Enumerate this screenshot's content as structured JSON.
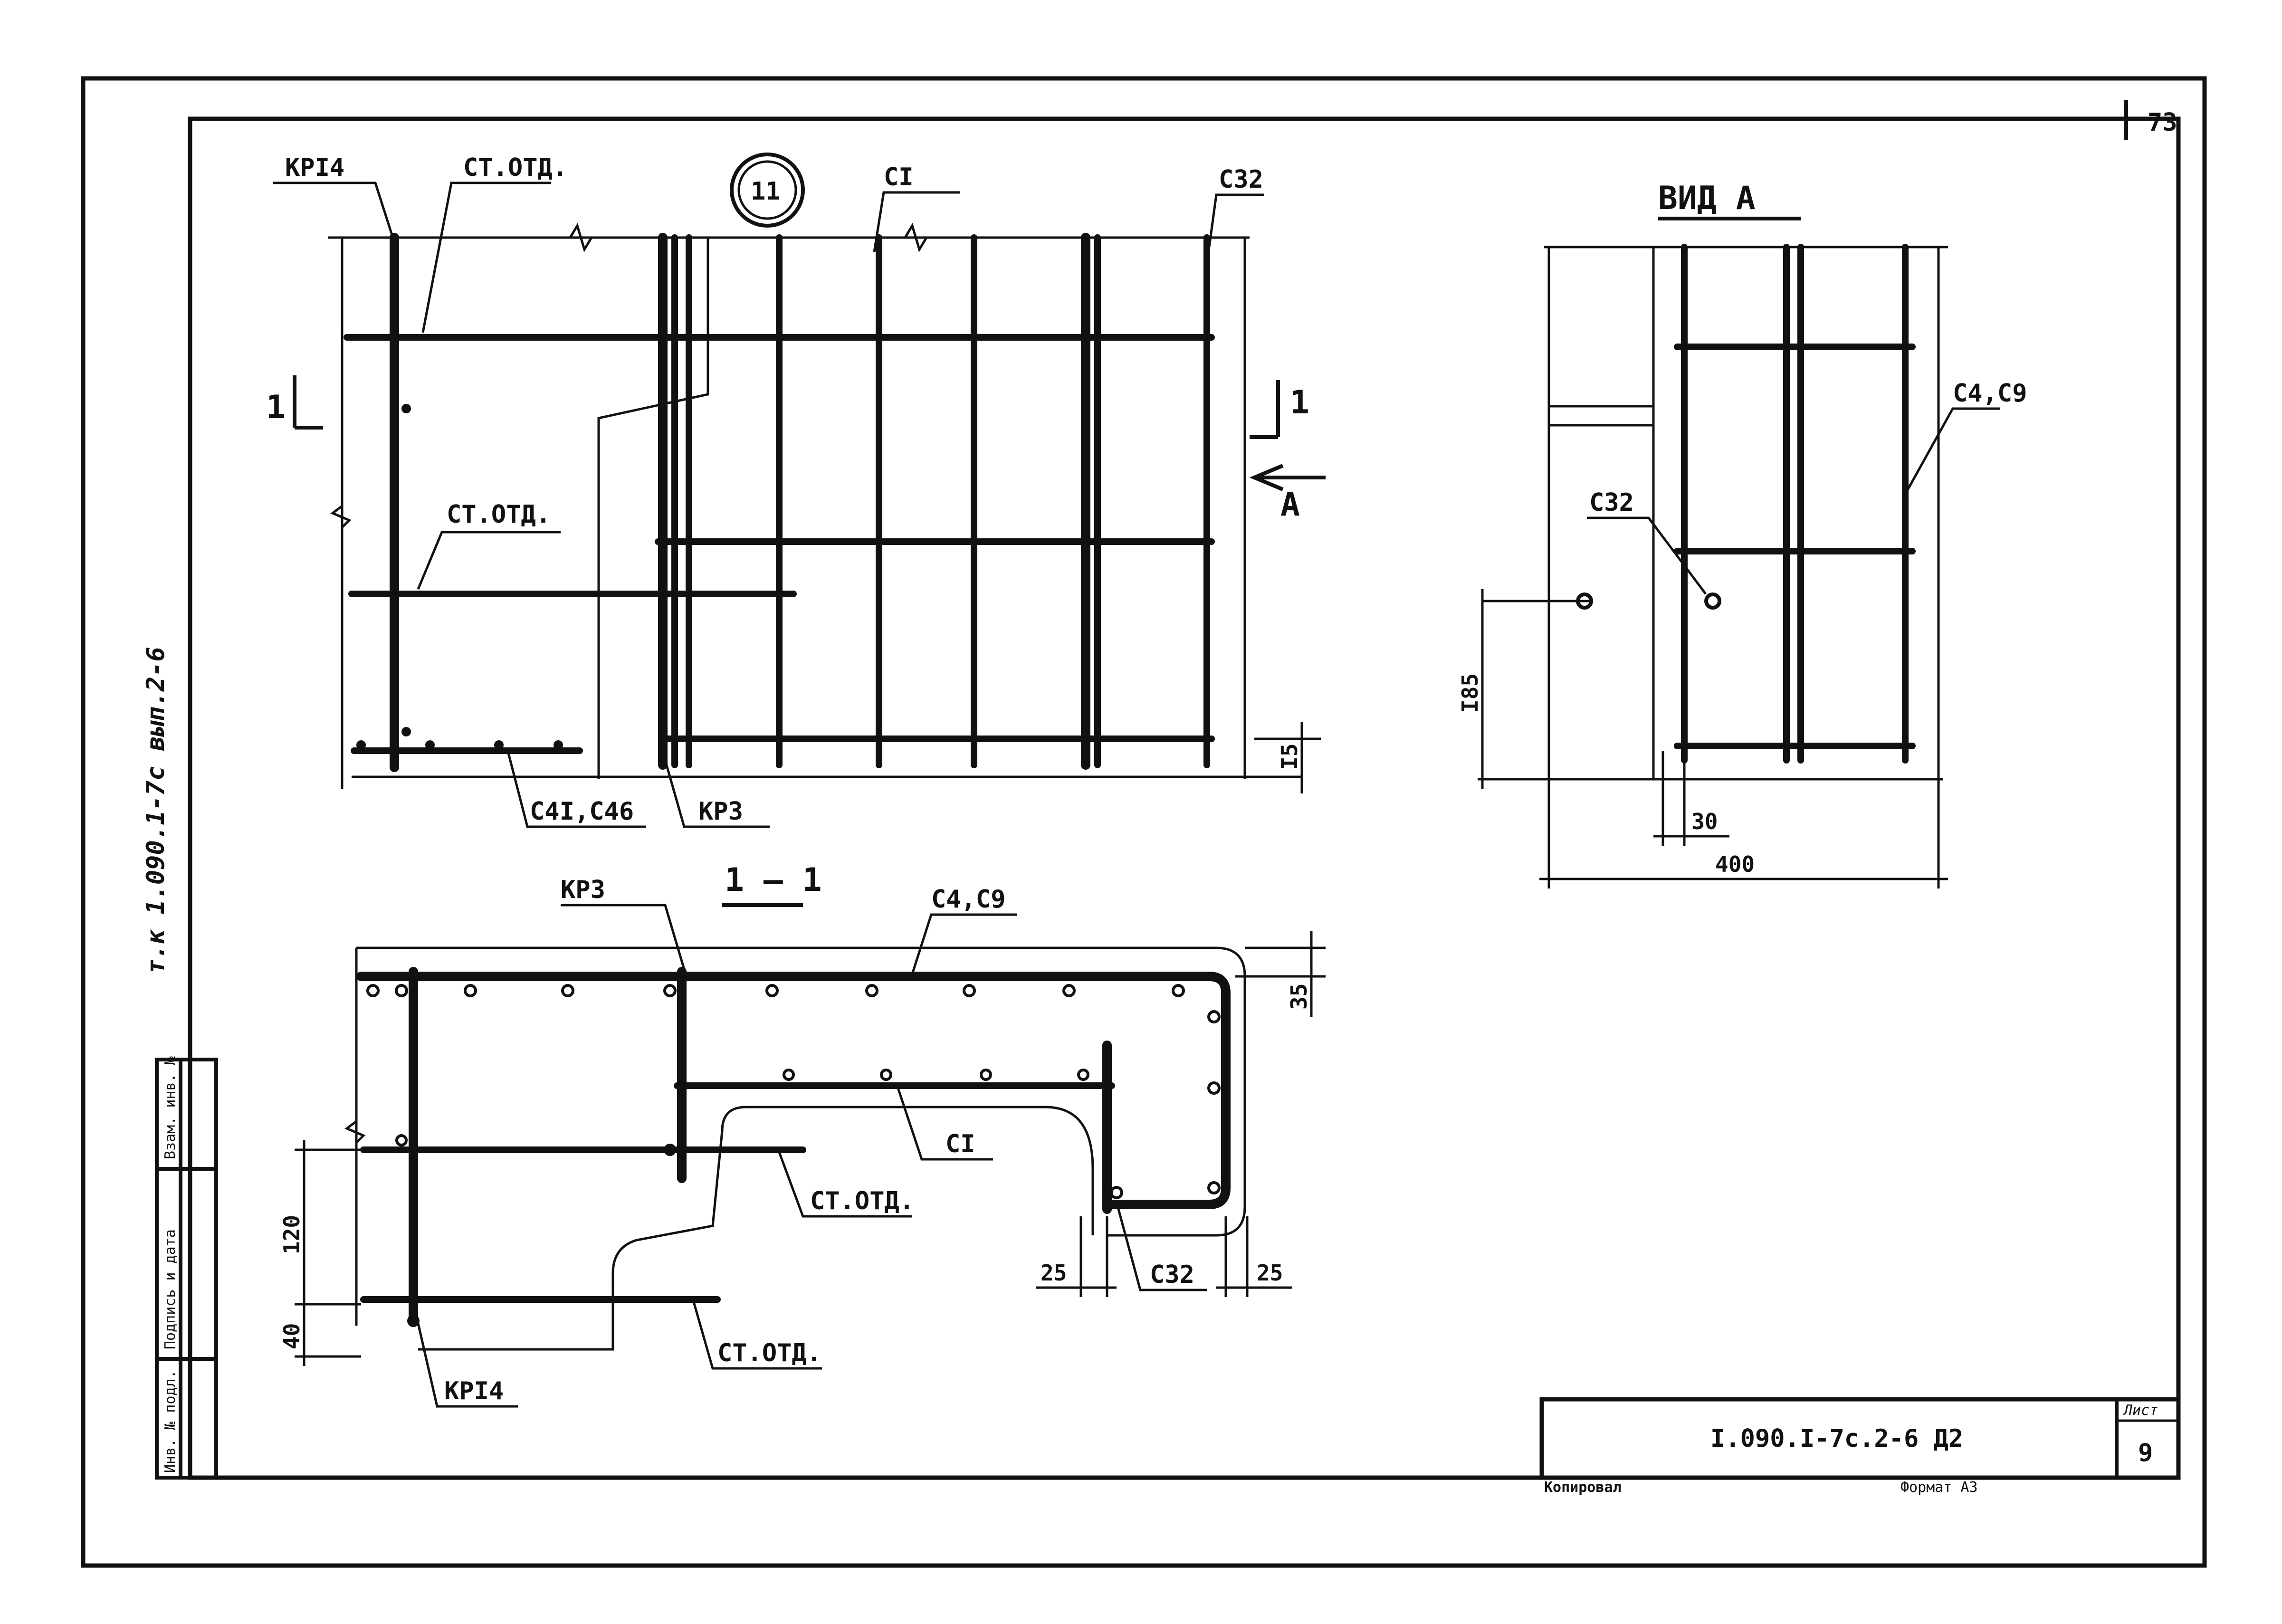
{
  "sheet": {
    "page_corner_number": "73",
    "sheet_label": "Лист",
    "sheet_number": "9",
    "doc_code": "I.090.I-7c.2-6 Д2",
    "copied_label": "Копировал",
    "format_label": "Формат А3",
    "side_note": "т.к 1.090.1-7с вып.2-6"
  },
  "stamp_columns": [
    "Инв. № подл.",
    "Подпись и дата",
    "Взам. инв. №"
  ],
  "colors": {
    "ink": "#111111",
    "paper": "#ffffff"
  },
  "views": {
    "main": {
      "node_number": "11",
      "section_mark": "1",
      "view_arrow_label": "А",
      "labels": {
        "kr14": "КРI4",
        "st_otd_top": "СТ.ОТД.",
        "c1": "СI",
        "c32": "С32",
        "st_otd_mid": "СТ.ОТД.",
        "c41_c46": "С4I,С46",
        "kr3": "КР3"
      },
      "dim_15": "I5"
    },
    "vid_a": {
      "title": "ВИД А",
      "labels": {
        "c4_c9": "С4,С9",
        "c32": "С32"
      },
      "dims": {
        "h185": "I85",
        "w30": "30",
        "w400": "400"
      }
    },
    "section_1_1": {
      "title": "1 — 1",
      "labels": {
        "kr3": "КР3",
        "c4_c9": "С4,С9",
        "c1": "СI",
        "st_otd_1": "СТ.ОТД.",
        "st_otd_2": "СТ.ОТД.",
        "c32": "С32",
        "kr14": "КРI4"
      },
      "dims": {
        "d35": "35",
        "d120": "120",
        "d40": "40",
        "d25a": "25",
        "d25b": "25"
      }
    }
  }
}
